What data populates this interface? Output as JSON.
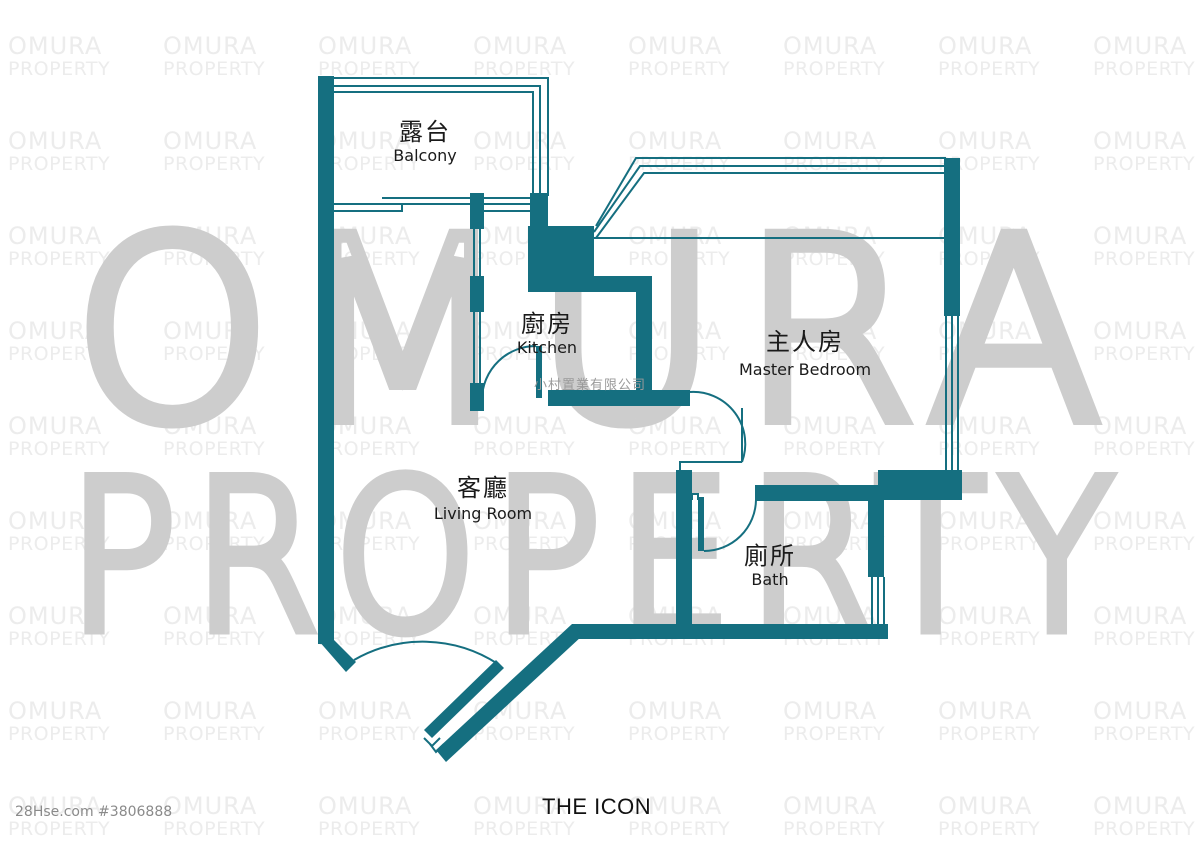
{
  "colors": {
    "wall": "#156f80",
    "background": "#ffffff",
    "watermark_small": "#ececec",
    "watermark_large": "#cdcdcd",
    "label_text": "#1a1a1a"
  },
  "watermark": {
    "small_line1": "OMURA",
    "small_line2": "PROPERTY",
    "large_line1": "OMURA",
    "large_line2": "PROPERTY"
  },
  "rooms": {
    "balcony": {
      "zh": "露台",
      "en": "Balcony"
    },
    "kitchen": {
      "zh": "廚房",
      "en": "Kitchen"
    },
    "master_bedroom": {
      "zh": "主人房",
      "en": "Master Bedroom"
    },
    "living_room": {
      "zh": "客廳",
      "en": "Living Room"
    },
    "bath": {
      "zh": "廁所",
      "en": "Bath"
    }
  },
  "agency_name": "小村置業有限公司",
  "source_ref": "28Hse.com #3806888",
  "project_name": "THE ICON"
}
